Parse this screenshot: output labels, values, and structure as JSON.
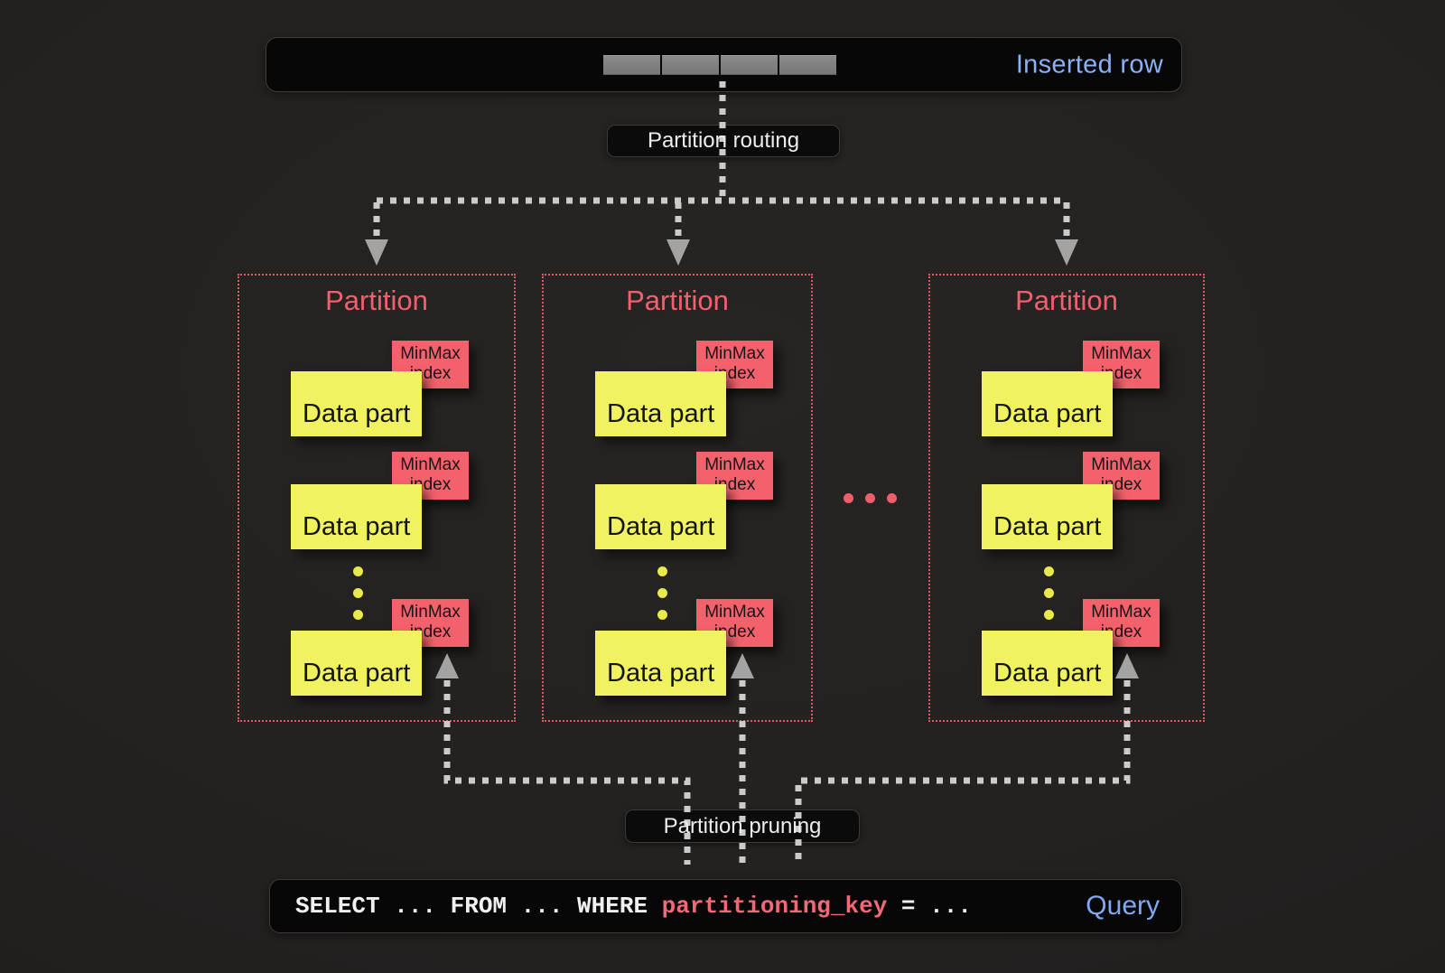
{
  "header": {
    "inserted_row_label": "Inserted row",
    "cell_count": 4
  },
  "labels": {
    "routing": "Partition routing",
    "pruning": "Partition pruning"
  },
  "partitions": [
    {
      "title": "Partition",
      "parts": [
        {
          "label": "Data part",
          "index_label": "MinMax index"
        },
        {
          "label": "Data part",
          "index_label": "MinMax index"
        },
        {
          "label": "Data part",
          "index_label": "MinMax index"
        }
      ]
    },
    {
      "title": "Partition",
      "parts": [
        {
          "label": "Data part",
          "index_label": "MinMax index"
        },
        {
          "label": "Data part",
          "index_label": "MinMax index"
        },
        {
          "label": "Data part",
          "index_label": "MinMax index"
        }
      ]
    },
    {
      "title": "Partition",
      "parts": [
        {
          "label": "Data part",
          "index_label": "MinMax index"
        },
        {
          "label": "Data part",
          "index_label": "MinMax index"
        },
        {
          "label": "Data part",
          "index_label": "MinMax index"
        }
      ]
    }
  ],
  "ellipsis_dot_count": 3,
  "query": {
    "select_clause": "SELECT ... FROM ... WHERE ",
    "key": "partitioning_key",
    "tail": " = ...",
    "label": "Query"
  },
  "colors": {
    "accent_blue": "#8ab1f5",
    "accent_red": "#f2606e",
    "part_yellow": "#f0f35f",
    "tag_red": "#f3626c",
    "connector_gray": "#cbcbcb"
  }
}
